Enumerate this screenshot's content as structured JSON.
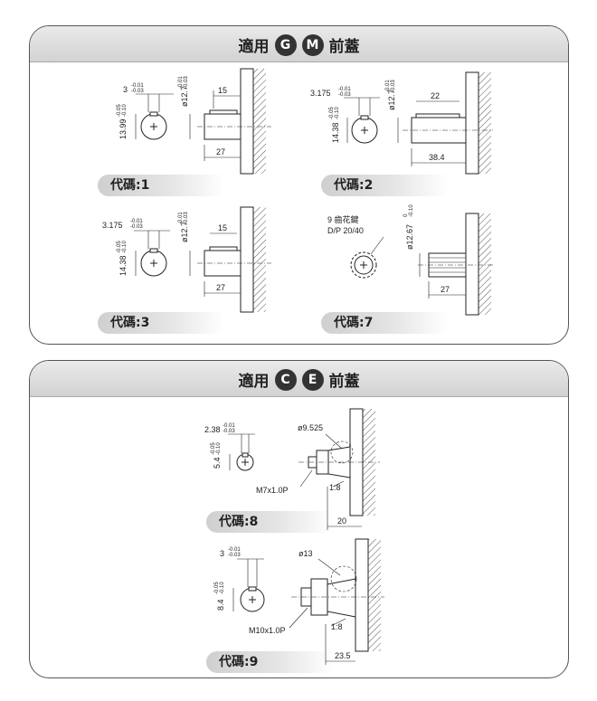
{
  "panel_gm": {
    "title_prefix": "適用",
    "badge1": "G",
    "badge2": "M",
    "title_suffix": "前蓋",
    "items": [
      {
        "code": "代碼:1",
        "key_width": "3",
        "tol_upper": "-0.01",
        "tol_lower": "-0.03",
        "key_depth": "13.99",
        "depth_tol_upper": "-0.05",
        "depth_tol_lower": "-0.10",
        "shaft_dia": "ø12.7",
        "len_short": "15",
        "len_total": "27"
      },
      {
        "code": "代碼:2",
        "key_width": "3.175",
        "tol_upper": "-0.01",
        "tol_lower": "-0.03",
        "key_depth": "14.38",
        "depth_tol_upper": "-0.05",
        "depth_tol_lower": "-0.10",
        "shaft_dia": "ø12.7",
        "len_short": "22",
        "len_total": "38.4"
      },
      {
        "code": "代碼:3",
        "key_width": "3.175",
        "tol_upper": "-0.01",
        "tol_lower": "-0.03",
        "key_depth": "14.38",
        "depth_tol_upper": "-0.05",
        "depth_tol_lower": "-0.10",
        "shaft_dia": "ø12.7",
        "len_short": "15",
        "len_total": "27"
      },
      {
        "code": "代碼:7",
        "spline_label": "9 齒花鍵",
        "spline_pitch": "D/P 20/40",
        "shaft_dia": "ø12.67",
        "dia_tol_upper": "0",
        "dia_tol_lower": "-0.10",
        "len_total": "27"
      }
    ]
  },
  "panel_ce": {
    "title_prefix": "適用",
    "badge1": "C",
    "badge2": "E",
    "title_suffix": "前蓋",
    "items": [
      {
        "code": "代碼:8",
        "key_width": "2.38",
        "tol_upper": "-0.01",
        "tol_lower": "-0.03",
        "key_depth": "5.4",
        "depth_tol_upper": "-0.05",
        "depth_tol_lower": "-0.10",
        "shaft_dia": "ø9.525",
        "thread": "M7x1.0P",
        "taper": "1:8",
        "len_total": "20"
      },
      {
        "code": "代碼:9",
        "key_width": "3",
        "tol_upper": "-0.01",
        "tol_lower": "-0.03",
        "key_depth": "8.4",
        "depth_tol_upper": "-0.05",
        "depth_tol_lower": "-0.10",
        "shaft_dia": "ø13",
        "thread": "M10x1.0P",
        "taper": "1:8",
        "len_total": "23.5"
      }
    ]
  }
}
